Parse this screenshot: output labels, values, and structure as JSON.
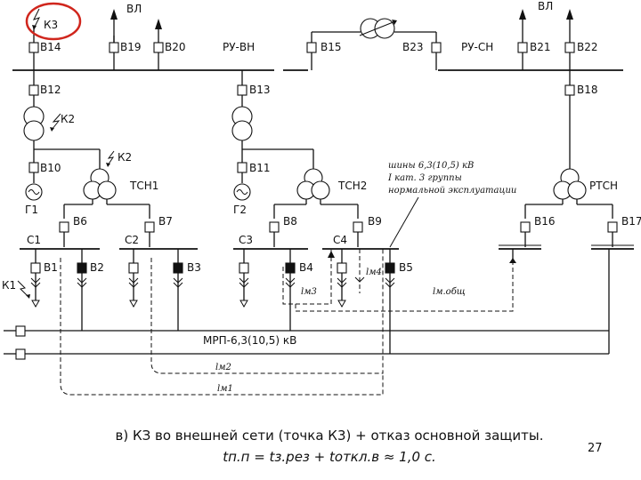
{
  "labels": {
    "vl_left": "ВЛ",
    "vl_right": "ВЛ",
    "kz3": "К3",
    "k2_upper": "К2",
    "k2_lower": "К2",
    "k1": "К1",
    "b14": "В14",
    "b19": "В19",
    "b20": "В20",
    "b15": "В15",
    "b23": "В23",
    "b21": "В21",
    "b22": "В22",
    "ru_vn": "РУ-ВН",
    "ru_sn": "РУ-СН",
    "b12": "В12",
    "b13": "В13",
    "b18": "В18",
    "b10": "В10",
    "b11": "В11",
    "g1": "Г1",
    "g2": "Г2",
    "tsn1": "ТСН1",
    "tsn2": "ТСН2",
    "rtsn": "РТСН",
    "b6": "В6",
    "b7": "В7",
    "b8": "В8",
    "b9": "В9",
    "b16": "В16",
    "b17": "В17",
    "c1": "С1",
    "c2": "С2",
    "c3": "С3",
    "c4": "С4",
    "b1": "В1",
    "b2": "В2",
    "b3": "В3",
    "b4": "В4",
    "b5": "В5",
    "mrp": "МРП-6,3(10,5) кВ",
    "note_1": "шины 6,3(10,5) кВ",
    "note_2": "I кат. 3 группы",
    "note_3": "нормальной эксплуатации",
    "lm4": "lм4",
    "lm3": "lм3",
    "lm_obsh": "lм.общ",
    "lm2": "lм2",
    "lm1": "lм1"
  },
  "caption": {
    "line1": "в) КЗ во внешней сети (точка К3) + отказ основной защиты.",
    "line2": "tп.п = tз.рез + tоткл.в  ≈ 1,0 с."
  },
  "page_number": "27",
  "colors": {
    "highlight": "#d0261d",
    "ink": "#111111"
  }
}
